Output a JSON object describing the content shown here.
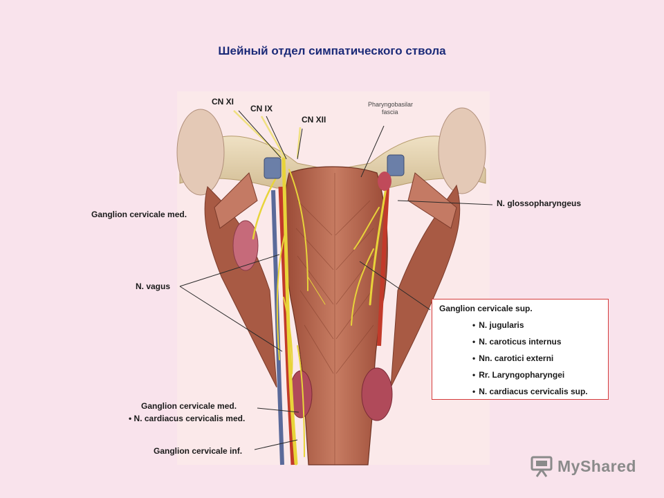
{
  "title": "Шейный отдел симпатического ствола",
  "labels": {
    "cn_xi": "CN XI",
    "cn_ix": "CN IX",
    "cn_xii": "CN XII",
    "pharyngobasilar_line1": "Pharyngobasilar",
    "pharyngobasilar_line2": "fascia",
    "ganglion_med_top": "Ganglion cervicale med.",
    "n_vagus": "N. vagus",
    "n_glossopharyngeus": "N. glossopharyngeus",
    "ganglion_med_bottom": "Ganglion cervicale med.",
    "n_cardiacus_med": "N. cardiacus cervicalis med.",
    "ganglion_inf": "Ganglion cervicale inf."
  },
  "sup_box": {
    "title": "Ganglion cervicale sup.",
    "items": [
      "N. jugularis",
      "N. caroticus internus",
      "Nn. carotici externi",
      "Rr. Laryngopharyngei",
      "N. cardiacus cervicalis sup."
    ]
  },
  "watermark": {
    "brand": "MyShared",
    "icon": "presentation-board-icon"
  },
  "colors": {
    "background": "#f9e3ec",
    "title": "#1b2a78",
    "muscle": "#b8664e",
    "nerve": "#e8d43a",
    "box_border": "#d43a3a"
  }
}
